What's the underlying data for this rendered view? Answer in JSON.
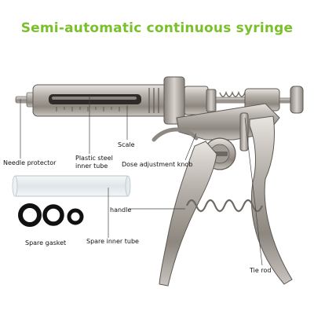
{
  "title": "Semi-automatic continuous syringe",
  "colors": {
    "title": "#7ac02a",
    "metal": "#b9b3ad",
    "metal_dark": "#6e6862",
    "leader": "#444444"
  },
  "labels": {
    "needle_protector": "Needle protector",
    "inner_tube_line1": "Plastic steel",
    "inner_tube_line2": "inner tube",
    "scale": "Scale",
    "dose_knob": "Dose adjustment knob",
    "handle": "handle",
    "spare_gasket": "Spare gasket",
    "spare_inner_tube": "Spare inner tube",
    "tie_rod": "Tie rod"
  }
}
